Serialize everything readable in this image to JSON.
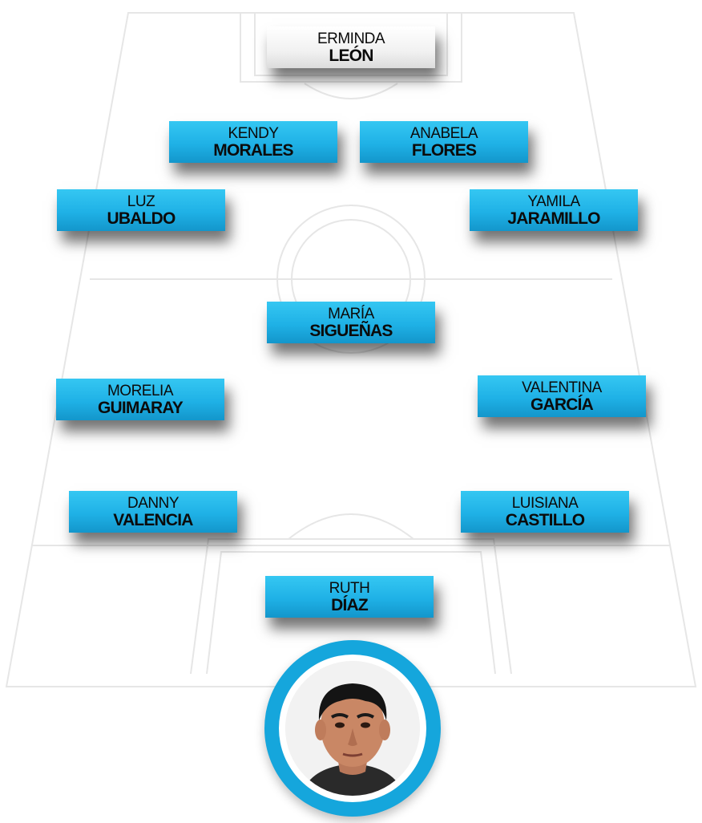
{
  "lineup": {
    "goalkeeper": {
      "first": "ERMINDA",
      "last": "LEÓN"
    },
    "defenders": [
      {
        "first": "KENDY",
        "last": "MORALES"
      },
      {
        "first": "ANABELA",
        "last": "FLORES"
      },
      {
        "first": "LUZ",
        "last": "UBALDO"
      },
      {
        "first": "YAMILA",
        "last": "JARAMILLO"
      }
    ],
    "midfielders": [
      {
        "first": "MARÍA",
        "last": "SIGUEÑAS"
      },
      {
        "first": "MORELIA",
        "last": "GUIMARAY"
      },
      {
        "first": "VALENTINA",
        "last": "GARCÍA"
      }
    ],
    "forwards": [
      {
        "first": "DANNY",
        "last": "VALENCIA"
      },
      {
        "first": "LUISIANA",
        "last": "CASTILLO"
      },
      {
        "first": "RUTH",
        "last": "DÍAZ"
      }
    ]
  },
  "colors": {
    "card": "#1fb1e6",
    "keeper_card": "#f1f1f1",
    "ring": "#15a6dc",
    "pitch_lines": "#e9e9e9"
  },
  "icons": {
    "coach": "coach-photo"
  }
}
